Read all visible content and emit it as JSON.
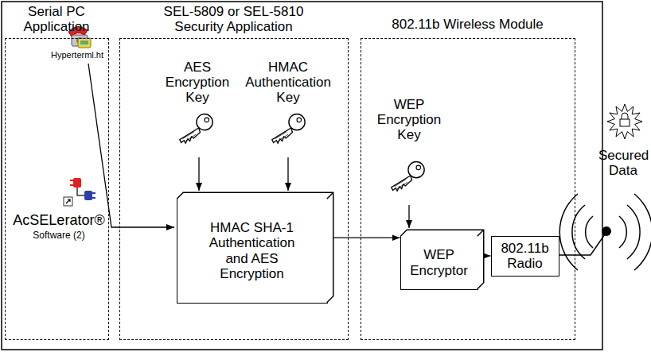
{
  "diagram": {
    "nodes": [
      {
        "text": [
          "Serial PC Application"
        ]
      },
      {
        "text": [
          "SEL-5809 or SEL-5810 Security Application"
        ]
      },
      {
        "text": [
          "HMAC SHA-1 Authentication and AES Encryption"
        ],
        "in": 1
      },
      {
        "text": [
          "802.11b Wireless Module"
        ]
      },
      {
        "text": [
          "WEP Encryptor"
        ],
        "in": 3
      },
      {
        "text": [
          "802.11b Radio"
        ],
        "in": 3
      }
    ],
    "edges": [
      {
        "from": 2,
        "to": 4,
        "arrow": "to"
      },
      {
        "from": 4,
        "to": 5,
        "arrow": "to"
      }
    ],
    "labels": [
      "Hyperterml.ht",
      "AcSELerator®",
      "Software (2)",
      "AES Encryption Key",
      "HMAC Authentication Key",
      "WEP Encryption Key",
      "Secured Data"
    ]
  }
}
